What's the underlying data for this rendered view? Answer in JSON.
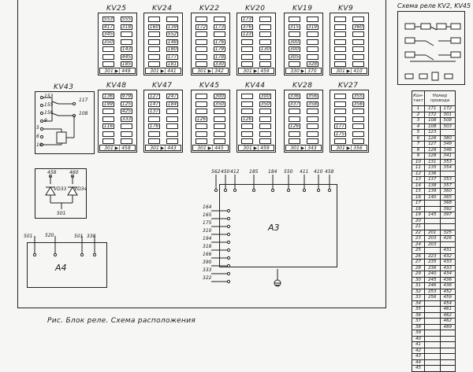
{
  "caption": "Рис.   Блок реле. Схема расположения",
  "scheme": {
    "title": "Схема реле KV2, KV45"
  },
  "row1": [
    {
      "name": "KV25",
      "cells": [
        [
          "553",
          "555"
        ],
        [
          "417",
          "318"
        ],
        [
          "345",
          ""
        ],
        [
          "350",
          ""
        ],
        [
          "",
          "143"
        ],
        [
          "",
          "445"
        ],
        [
          "",
          "185"
        ]
      ],
      "foot": [
        "301",
        "449"
      ]
    },
    {
      "name": "KV24",
      "cells": [
        [
          "",
          ""
        ],
        [
          "160",
          "139"
        ],
        [
          "",
          "552"
        ],
        [
          "",
          "148"
        ],
        [
          "",
          "180"
        ],
        [
          "",
          "177"
        ],
        [
          "",
          "181"
        ]
      ],
      "foot": [
        "301",
        "441"
      ]
    },
    {
      "name": "KV22",
      "cells": [
        [
          "",
          ""
        ],
        [
          "172",
          "173"
        ],
        [
          "",
          ""
        ],
        [
          "",
          "176"
        ],
        [
          "",
          "179"
        ],
        [
          "",
          "178"
        ],
        [
          "",
          "330"
        ]
      ],
      "foot": [
        "301",
        "342"
      ]
    },
    {
      "name": "KV20",
      "cells": [
        [
          "173",
          ""
        ],
        [
          "376",
          ""
        ],
        [
          "123",
          ""
        ],
        [
          "",
          ""
        ],
        [
          "",
          "130"
        ],
        [
          "",
          ""
        ],
        [
          "",
          ""
        ]
      ],
      "foot": [
        "301",
        "459"
      ]
    },
    {
      "name": "KV19",
      "cells": [
        [
          "",
          ""
        ],
        [
          "315",
          "319"
        ],
        [
          "",
          ""
        ],
        [
          "300",
          ""
        ],
        [
          "300",
          ""
        ],
        [
          "305",
          ""
        ],
        [
          "",
          "328"
        ]
      ],
      "foot": [
        "330",
        "370"
      ]
    },
    {
      "name": "KV9",
      "cells": [
        [
          "",
          ""
        ],
        [
          "",
          "360"
        ],
        [
          "",
          ""
        ],
        [
          "",
          ""
        ],
        [
          "",
          ""
        ],
        [
          "",
          ""
        ],
        [
          "",
          ""
        ]
      ],
      "foot": [
        "301",
        "410"
      ]
    }
  ],
  "row2": [
    {
      "name": "KV48",
      "cells": [
        [
          "136",
          "979"
        ],
        [
          "199",
          "125"
        ],
        [
          "",
          "425"
        ],
        [
          "",
          "333"
        ],
        [
          "116",
          ""
        ],
        [
          "",
          ""
        ],
        [
          "",
          ""
        ]
      ],
      "foot": [
        "301",
        "458"
      ]
    },
    {
      "name": "KV47",
      "cells": [
        [
          "127",
          "247"
        ],
        [
          "147",
          "184"
        ],
        [
          "137",
          ""
        ],
        [
          "",
          ""
        ],
        [
          "176",
          ""
        ],
        [
          "",
          ""
        ],
        [
          "",
          ""
        ]
      ],
      "foot": [
        "301",
        "443"
      ]
    },
    {
      "name": "KV45",
      "cells": [
        [
          "",
          "300"
        ],
        [
          "",
          "350"
        ],
        [
          "",
          ""
        ],
        [
          "126",
          ""
        ],
        [
          "",
          ""
        ],
        [
          "",
          ""
        ],
        [
          "",
          ""
        ]
      ],
      "foot": [
        "301",
        "445"
      ]
    },
    {
      "name": "KV44",
      "cells": [
        [
          "",
          "300"
        ],
        [
          "",
          "350"
        ],
        [
          "",
          ""
        ],
        [
          "126",
          ""
        ],
        [
          "",
          ""
        ],
        [
          "",
          ""
        ],
        [
          "",
          ""
        ]
      ],
      "foot": [
        "301",
        "459"
      ]
    },
    {
      "name": "KV28",
      "cells": [
        [
          "336",
          "356"
        ],
        [
          "337",
          "358"
        ],
        [
          "",
          ""
        ],
        [
          "",
          ""
        ],
        [
          "126",
          ""
        ],
        [
          "",
          ""
        ],
        [
          "",
          ""
        ]
      ],
      "foot": [
        "301",
        "343"
      ]
    },
    {
      "name": "KV27",
      "cells": [
        [
          "",
          "355"
        ],
        [
          "",
          "356"
        ],
        [
          "",
          ""
        ],
        [
          "",
          ""
        ],
        [
          "177",
          ""
        ],
        [
          "175",
          ""
        ],
        [
          "",
          ""
        ]
      ],
      "foot": [
        "301",
        "356"
      ]
    }
  ],
  "kv43": {
    "name": "KV43",
    "left": [
      "153",
      "155",
      "156",
      "9"
    ],
    "right": [
      "117",
      "108"
    ],
    "coil": [
      "5",
      "6",
      "10"
    ]
  },
  "diodes": {
    "top_left": "458",
    "top_right": "460",
    "d1": "VD33",
    "d2": "VD34",
    "bottom": "501"
  },
  "a4": {
    "label": "A4",
    "pins": [
      "501",
      "520",
      "501",
      "338"
    ]
  },
  "a3": {
    "label": "A3",
    "top_pins": [
      "562",
      "450",
      "412",
      "185",
      "184",
      "550",
      "411",
      "410",
      "458"
    ],
    "left_pins": [
      "164",
      "165",
      "175",
      "310",
      "194",
      "318",
      "166",
      "390",
      "333",
      "322"
    ]
  },
  "table": {
    "head": [
      "Кон-такт",
      "Номер провода"
    ],
    "rows": [
      [
        "1",
        "171",
        "172"
      ],
      [
        "2",
        "172",
        "301"
      ],
      [
        "3",
        "108",
        "508"
      ],
      [
        "4",
        "108",
        "503"
      ],
      [
        "5",
        "123",
        ""
      ],
      [
        "6",
        "126",
        "380"
      ],
      [
        "7",
        "127",
        "349"
      ],
      [
        "8",
        "128",
        "346"
      ],
      [
        "9",
        "128",
        "341"
      ],
      [
        "10",
        "131",
        "353"
      ],
      [
        "11",
        "135",
        "354"
      ],
      [
        "12",
        "136",
        ""
      ],
      [
        "13",
        "137",
        "353"
      ],
      [
        "14",
        "138",
        "357"
      ],
      [
        "15",
        "139",
        "360"
      ],
      [
        "16",
        "140",
        "365"
      ],
      [
        "17",
        "",
        "368"
      ],
      [
        "18",
        "",
        "392"
      ],
      [
        "19",
        "145",
        "397"
      ],
      [
        "20",
        "",
        ""
      ],
      [
        "21",
        "",
        ""
      ],
      [
        "22",
        "201",
        "325"
      ],
      [
        "23",
        "203",
        "426"
      ],
      [
        "24",
        "203",
        ""
      ],
      [
        "25",
        "",
        "431"
      ],
      [
        "26",
        "223",
        "432"
      ],
      [
        "27",
        "235",
        "433"
      ],
      [
        "28",
        "236",
        "433"
      ],
      [
        "29",
        "240",
        "434"
      ],
      [
        "30",
        "245",
        "436"
      ],
      [
        "31",
        "246",
        "438"
      ],
      [
        "32",
        "253",
        "452"
      ],
      [
        "33",
        "256",
        "459"
      ],
      [
        "34",
        "",
        "454"
      ],
      [
        "35",
        "",
        "461"
      ],
      [
        "36",
        "",
        "462"
      ],
      [
        "37",
        "",
        "462"
      ],
      [
        "38",
        "",
        "489"
      ],
      [
        "39",
        "",
        ""
      ],
      [
        "40",
        "",
        ""
      ],
      [
        "41",
        "",
        ""
      ],
      [
        "42",
        "",
        ""
      ],
      [
        "43",
        "",
        ""
      ],
      [
        "44",
        "",
        ""
      ],
      [
        "45",
        "",
        ""
      ]
    ]
  }
}
